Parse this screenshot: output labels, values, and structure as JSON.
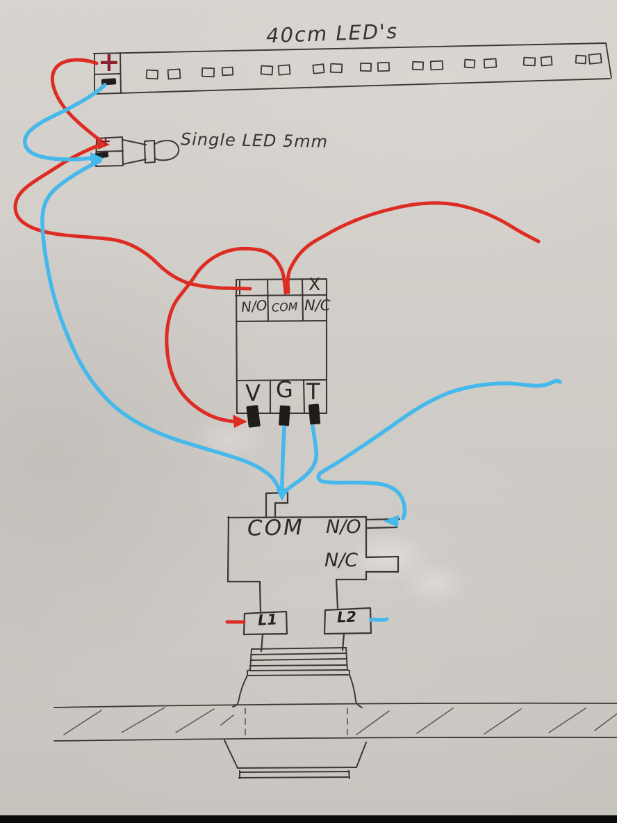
{
  "diagram_labels": {
    "led_strip_title": "40cm LED's",
    "single_led": "Single LED 5mm"
  },
  "polarity": {
    "plus": "+",
    "minus": "-"
  },
  "relay": {
    "x_mark": "X",
    "contact_row": [
      "N/O",
      "COM",
      "N/C"
    ],
    "pin_row": [
      "V",
      "G",
      "T"
    ]
  },
  "wall_switch": {
    "com": "COM",
    "no": "N/O",
    "nc": "N/C"
  },
  "lamp": {
    "l1": "L1",
    "l2": "L2"
  },
  "colors": {
    "wire_positive": "#dd2c23",
    "wire_negative": "#45b8ec",
    "ink": "#3b3633",
    "plus_mark": "#8e1f2c",
    "paper": "#d0ccc7"
  }
}
